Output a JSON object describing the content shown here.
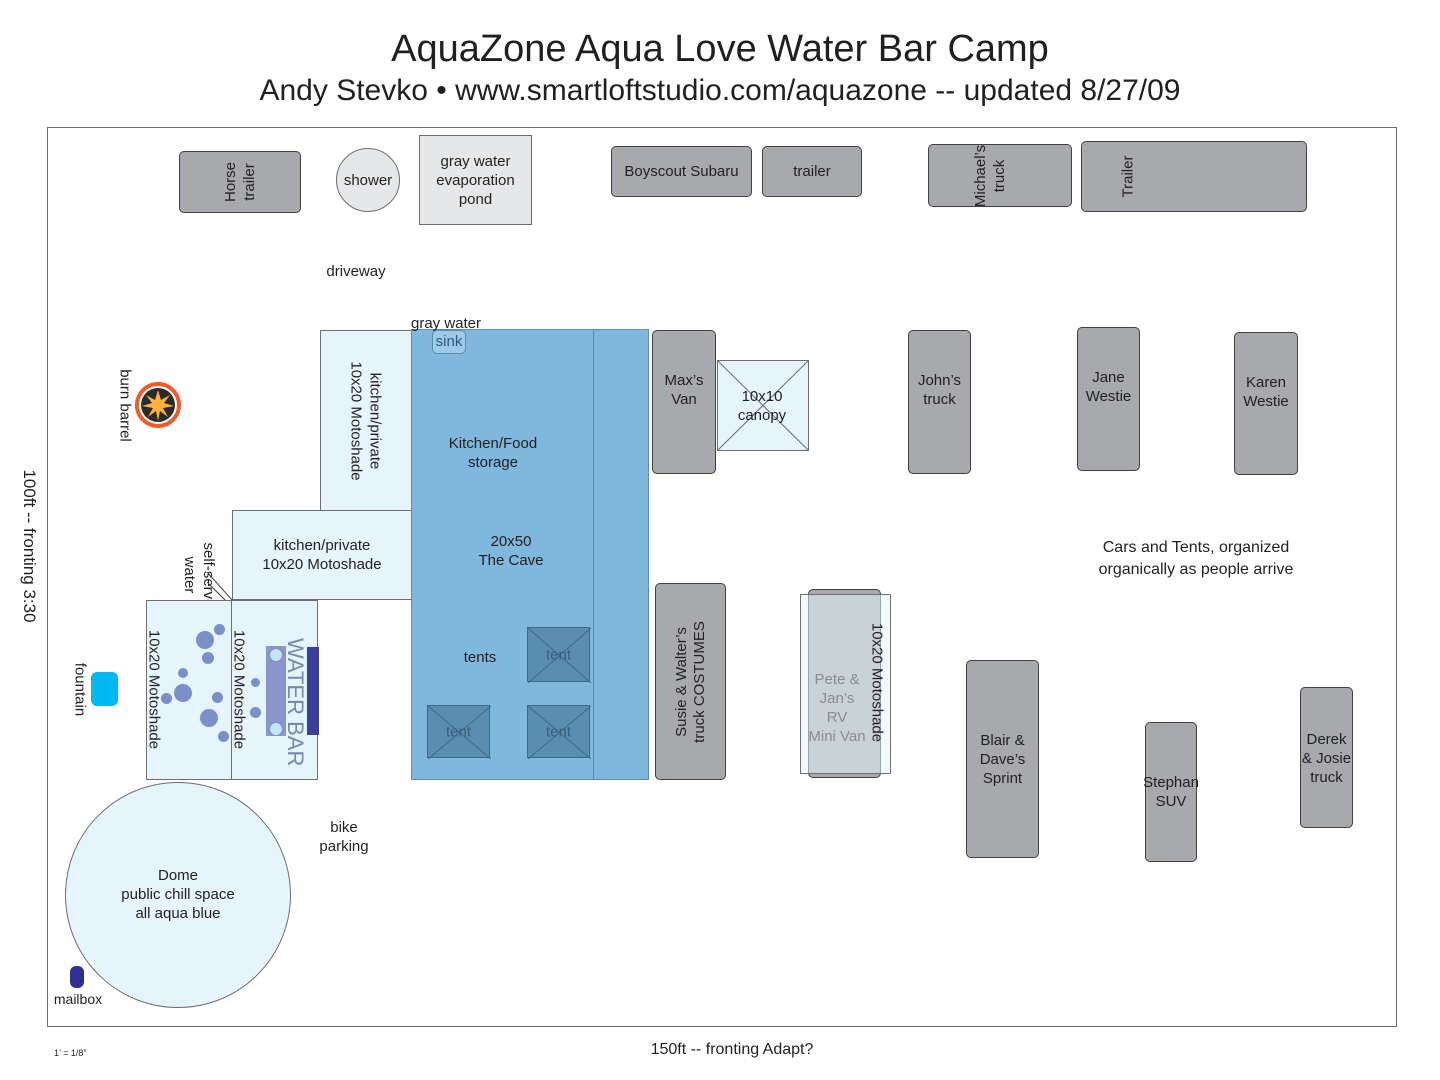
{
  "header": {
    "title": "AquaZone Aqua Love Water Bar Camp",
    "subtitle": "Andy Stevko • www.smartloftstudio.com/aquazone -- updated 8/27/09"
  },
  "dimensions": {
    "side": "100ft -- fronting 3:30",
    "bottom": "150ft -- fronting Adapt?",
    "scale": "1’ = 1/8”"
  },
  "top_row": {
    "horse_trailer": [
      "Horse",
      "trailer"
    ],
    "shower": "shower",
    "pond": [
      "gray water",
      "evaporation",
      "pond"
    ],
    "subaru": "Boyscout Subaru",
    "trailer_small": "trailer",
    "michaels_truck": [
      "Michael’s",
      "truck"
    ],
    "trailer_big": "Trailer"
  },
  "labels": {
    "driveway": "driveway",
    "gray_water": "gray water",
    "sink": "sink",
    "burn_barrel": "burn barrel",
    "self_serve": [
      "self-serve",
      "water"
    ],
    "fountain": "fountain",
    "bike": [
      "bike",
      "parking"
    ],
    "mailbox": "mailbox",
    "cars_note": [
      "Cars and Tents, organized",
      "organically as people arrive"
    ]
  },
  "structures": {
    "kitchen_top": [
      "kitchen/private",
      "10x20 Motoshade"
    ],
    "kitchen_mid": [
      "kitchen/private",
      "10x20 Motoshade"
    ],
    "left_shade": "10x20 Motoshade",
    "bar_shade": "10x20 Motoshade",
    "water_bar": "WATER BAR",
    "cave_storage": [
      "Kitchen/Food",
      "storage"
    ],
    "cave": [
      "20x50",
      "The Cave"
    ],
    "tents_label": "tents",
    "tent": "tent",
    "canopy": [
      "10x10",
      "canopy"
    ],
    "pete_shade": "10x20 Motoshade",
    "dome": [
      "Dome",
      "public chill space",
      "all aqua blue"
    ]
  },
  "vehicles": {
    "max": [
      "Max’s",
      "Van"
    ],
    "john": [
      "John’s",
      "truck"
    ],
    "jane": [
      "Jane",
      "Westie"
    ],
    "karen": [
      "Karen",
      "Westie"
    ],
    "susie": [
      "Susie & Walter’s",
      "truck COSTUMES"
    ],
    "pete": [
      "Pete &",
      "Jan’s",
      "RV",
      "Mini Van"
    ],
    "blair": [
      "Blair &",
      "Dave’s",
      "Sprint"
    ],
    "stephan": [
      "Stephan",
      "SUV"
    ],
    "derek": [
      "Derek",
      "& Josie",
      "truck"
    ]
  },
  "colors": {
    "cave": "#80b7dc",
    "pale_blue": "#e6f4fb",
    "vehicle": "#a7a9ac",
    "fountain": "#00b9f1",
    "mailbox": "#2e3192",
    "burn_ring": "#f15a29"
  }
}
